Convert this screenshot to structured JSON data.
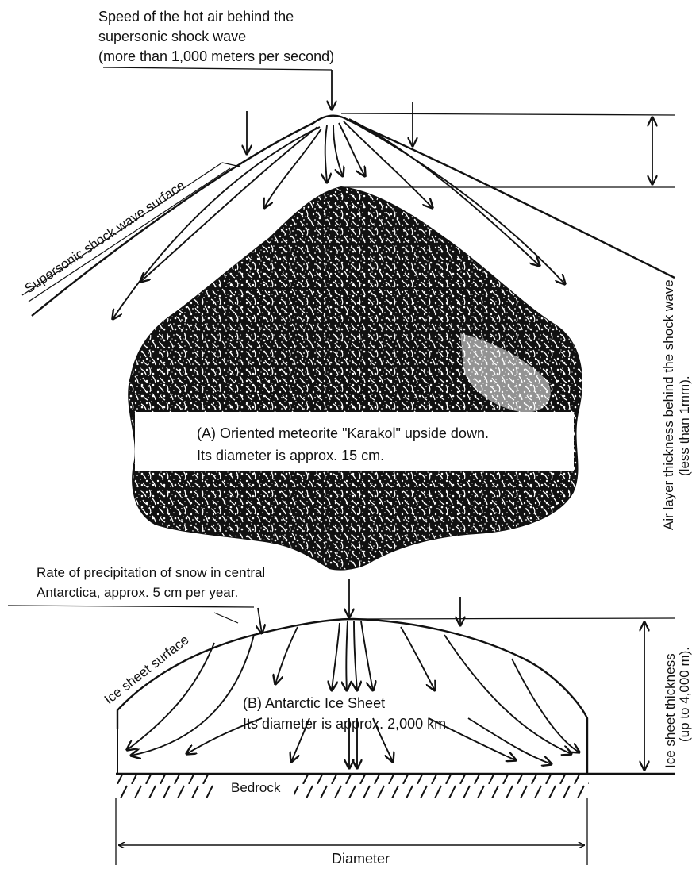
{
  "labels": {
    "speed_line1": "Speed of the hot air behind the",
    "speed_line2": "supersonic shock wave",
    "speed_line3": "(more than 1,000 meters per second)",
    "shock_surface": "Supersonic shock wave surface",
    "air_layer_line1": "Air layer thickness behind the shock wave",
    "air_layer_line2": "(less than 1mm).",
    "meteorite_line1": "(A) Oriented meteorite \"Karakol\" upside down.",
    "meteorite_line2": "Its diameter is approx. 15 cm.",
    "snow_line1": "Rate of precipitation of snow in central",
    "snow_line2": "Antarctica, approx. 5 cm per year.",
    "ice_surface": "Ice sheet surface",
    "ice_sheet_line1": "(B) Antarctic Ice Sheet",
    "ice_sheet_line2": "Its diameter is approx. 2,000 km.",
    "ice_thickness_line1": "Ice sheet thickness",
    "ice_thickness_line2": "(up to 4,000 m).",
    "bedrock": "Bedrock",
    "diameter": "Diameter"
  }
}
